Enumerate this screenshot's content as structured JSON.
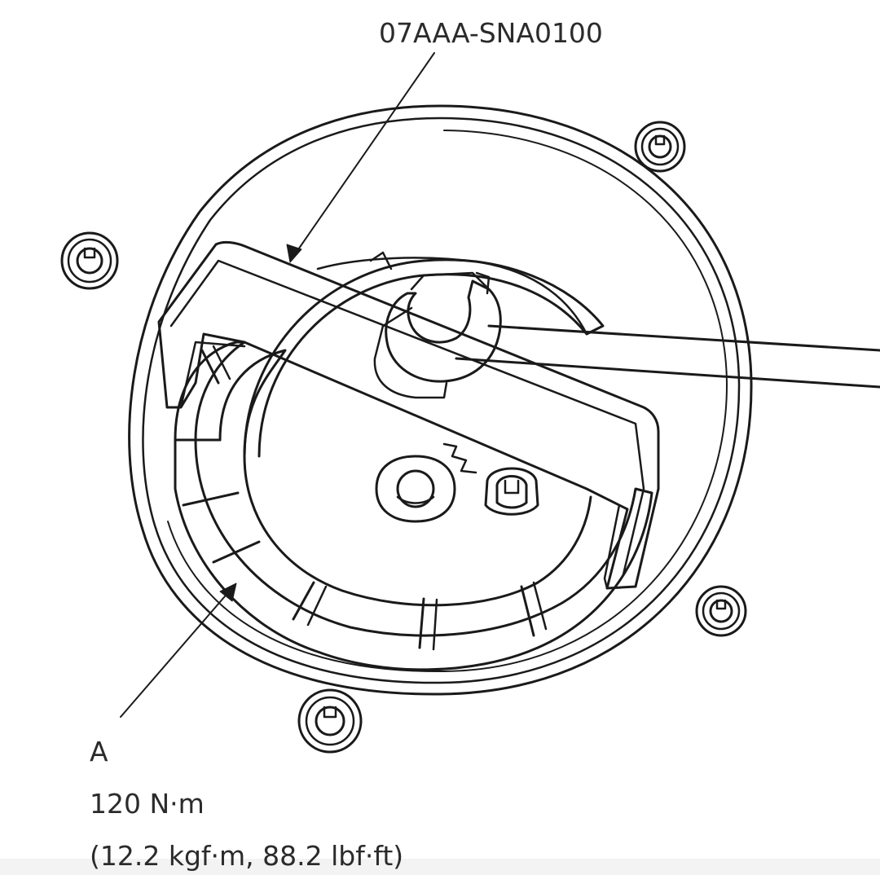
{
  "callouts": {
    "tool_number": "07AAA-SNA0100",
    "part_letter": "A"
  },
  "torque": {
    "metric": "120 N·m",
    "alternate": "(12.2 kgf·m, 88.2 lbf·ft)"
  },
  "drawing": {
    "line_color": "#1a1a1a",
    "text_color": "#2b2b2b",
    "background_color": "#ffffff"
  }
}
